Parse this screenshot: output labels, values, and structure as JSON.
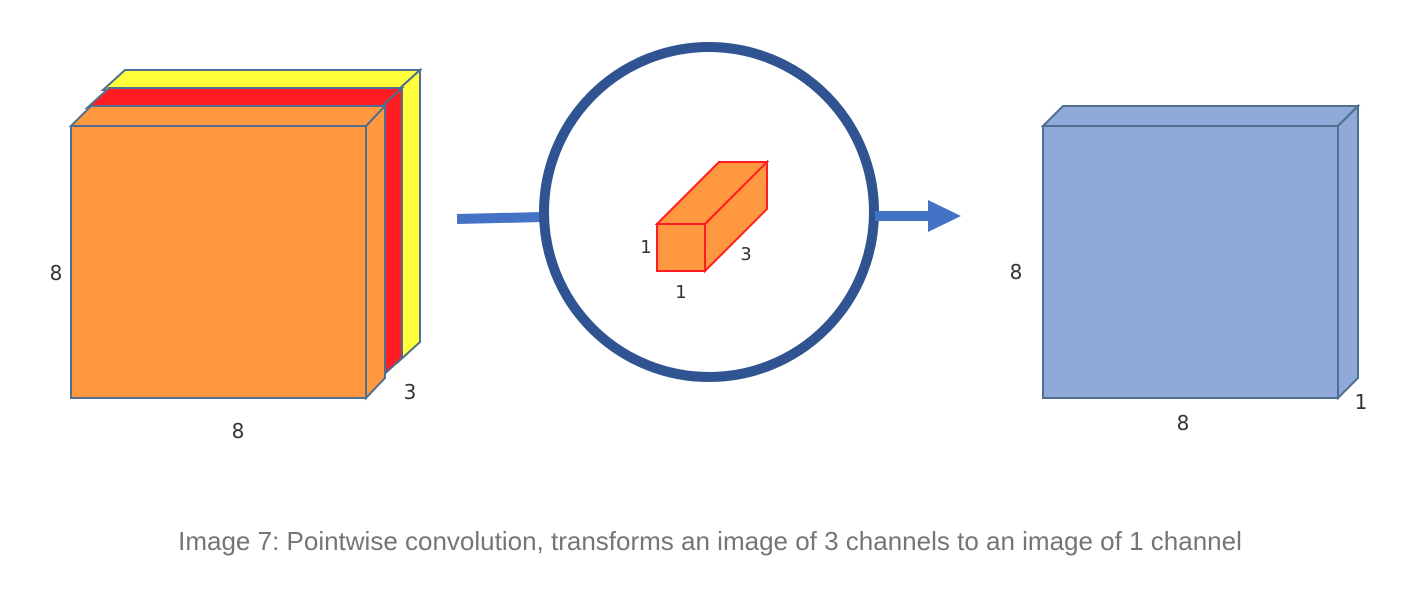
{
  "input_cube": {
    "height_label": "8",
    "width_label": "8",
    "depth_label": "3",
    "layer_colors": [
      "#ff983f",
      "#ff1c22",
      "#ffff3a"
    ],
    "edge_color": "#4e6f8f"
  },
  "kernel": {
    "height_label": "1",
    "width_label": "1",
    "depth_label": "3",
    "fill_color": "#ff983f",
    "edge_color": "#ff1c22",
    "circle_color": "#2f5491"
  },
  "output_cube": {
    "height_label": "8",
    "width_label": "8",
    "depth_label": "1",
    "fill_color": "#8fa9d8",
    "edge_color": "#4e6f8f"
  },
  "arrow_color": "#4472c4",
  "caption": "Image 7: Pointwise convolution, transforms an image of 3 channels to an image of 1 channel"
}
